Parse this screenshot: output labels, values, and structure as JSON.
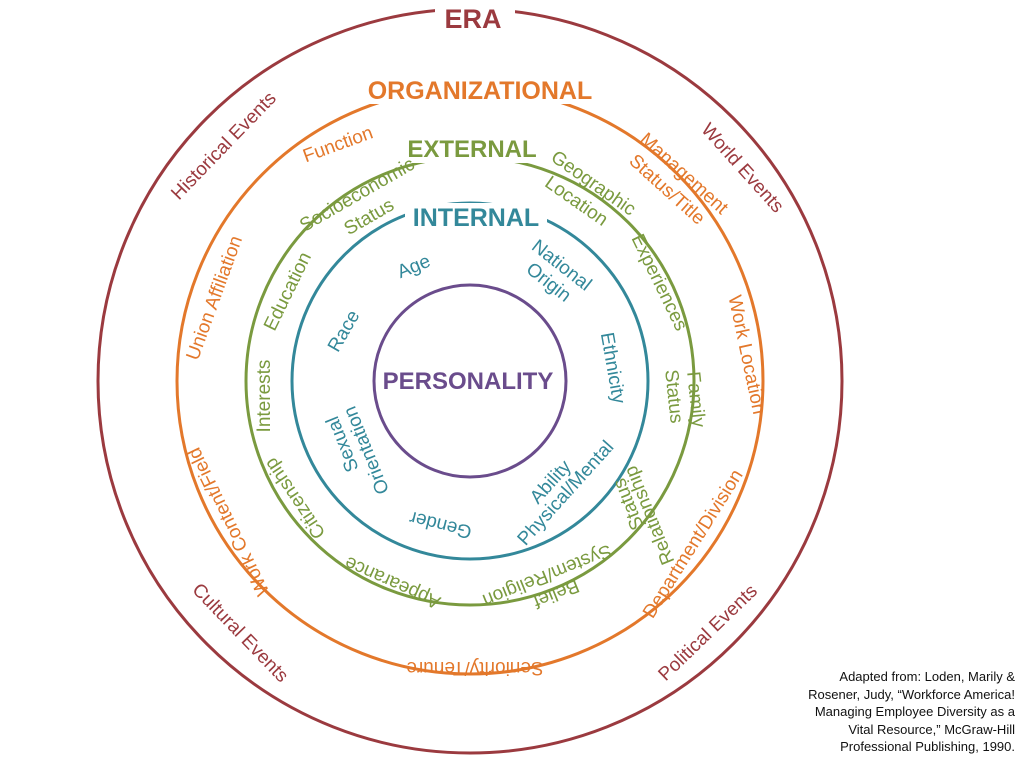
{
  "colors": {
    "era": "#9b3a3f",
    "organizational": "#e3782b",
    "external": "#7a9a3f",
    "internal": "#33889a",
    "personality": "#6a4c8c"
  },
  "rings": {
    "era": {
      "title": "ERA",
      "items": [
        "Historical Events",
        "World Events",
        "Political Events",
        "Cultural Events"
      ]
    },
    "organizational": {
      "title": "ORGANIZATIONAL",
      "items": [
        "Function",
        "Management",
        "Status/Title",
        "Work Location",
        "Department/Division",
        "Seniority/Tenure",
        "Work Content/Field",
        "Union Affiliation"
      ]
    },
    "external": {
      "title": "EXTERNAL",
      "items": [
        "Socioeconomic",
        "Status",
        "Geographic",
        "Location",
        "Experiences",
        "Family",
        "Status",
        "Relationship",
        "Status",
        "Belief",
        "System/Religion",
        "Appearance",
        "Citizenship",
        "Interests",
        "Education"
      ]
    },
    "internal": {
      "title": "INTERNAL",
      "items": [
        "Age",
        "National",
        "Origin",
        "Ethnicity",
        "Physical/Mental",
        "Ability",
        "Gender",
        "Sexual",
        "Orientation",
        "Race"
      ]
    },
    "core": {
      "title": "PERSONALITY"
    }
  },
  "citation": {
    "lines": [
      "Adapted from: Loden, Marily &",
      "Rosener, Judy, “Workforce America!",
      "Managing Employee Diversity as a",
      "Vital Resource,” McGraw-Hill",
      "Professional Publishing, 1990."
    ]
  }
}
